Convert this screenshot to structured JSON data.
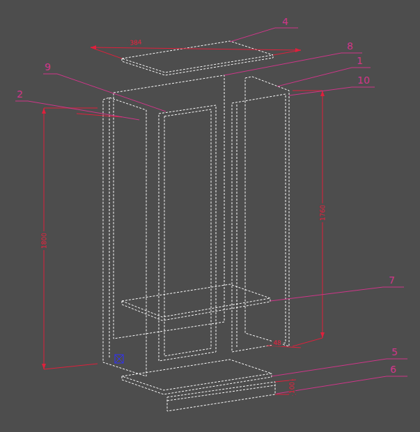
{
  "diagram": {
    "labels": [
      "4",
      "8",
      "9",
      "1",
      "2",
      "10",
      "7",
      "5",
      "6",
      "384",
      "1800",
      "1760",
      "48",
      "100"
    ]
  }
}
